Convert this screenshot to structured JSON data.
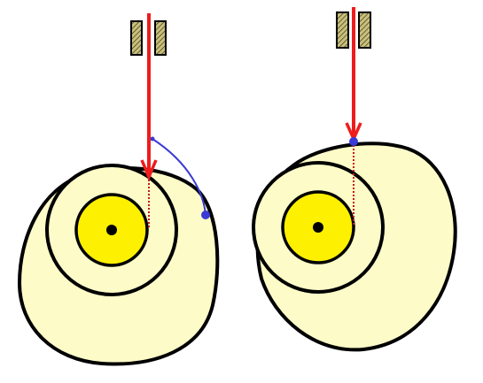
{
  "diagram": {
    "panels": [
      {
        "id": "left",
        "state": "probe above cam, contact point rotated away"
      },
      {
        "id": "right",
        "state": "probe touching cam"
      }
    ],
    "colors": {
      "cam_fill": "#fdfbc8",
      "hub_fill": "#fdf000",
      "outline": "#000000",
      "probe": "#ee1c1c",
      "marker": "#3a3ad6",
      "housing_fill": "#c9c07a",
      "background": "#ffffff"
    },
    "icons": {
      "probe_tip": "arrow-down-icon",
      "contact_point": "dot-marker-icon",
      "rotation_path": "curved-arc-icon",
      "shaft": "axle-dot-icon",
      "housing": "hatched-block-icon"
    }
  }
}
